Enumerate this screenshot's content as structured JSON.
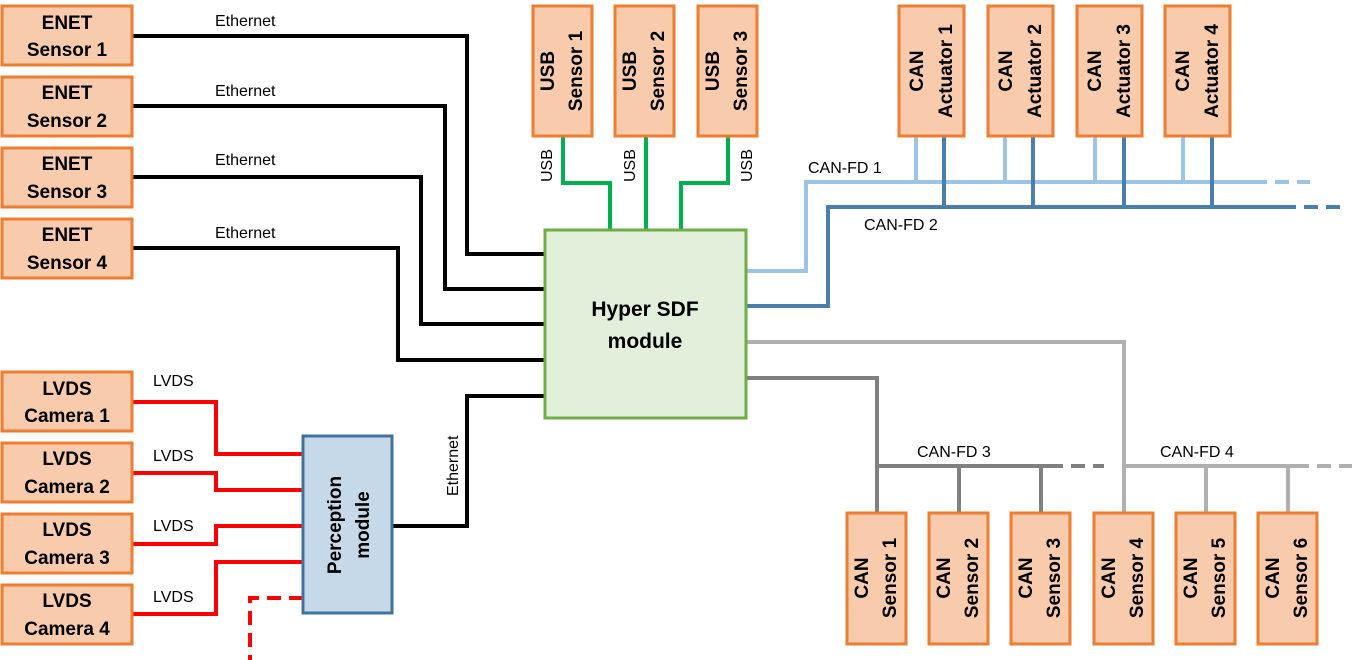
{
  "colors": {
    "node_fill": "#f8cbad",
    "node_border": "#ed7d31",
    "hub_fill": "#e2efda",
    "hub_border": "#70ad47",
    "perception_fill": "#c5d9e8",
    "perception_border": "#41719c",
    "ethernet": "#000000",
    "lvds": "#ff0000",
    "usb": "#00b050",
    "can_fd_1": "#9dc3e6",
    "can_fd_2": "#4a7fab",
    "can_fd_3": "#808080",
    "can_fd_4": "#b0b0b0"
  },
  "hub": {
    "line1": "Hyper SDF",
    "line2": "module"
  },
  "perception": {
    "line1": "Perception",
    "line2": "module"
  },
  "enet_sensors": [
    {
      "line1": "ENET",
      "line2": "Sensor 1"
    },
    {
      "line1": "ENET",
      "line2": "Sensor 2"
    },
    {
      "line1": "ENET",
      "line2": "Sensor 3"
    },
    {
      "line1": "ENET",
      "line2": "Sensor 4"
    }
  ],
  "lvds_cameras": [
    {
      "line1": "LVDS",
      "line2": "Camera 1"
    },
    {
      "line1": "LVDS",
      "line2": "Camera 2"
    },
    {
      "line1": "LVDS",
      "line2": "Camera 3"
    },
    {
      "line1": "LVDS",
      "line2": "Camera 4"
    }
  ],
  "usb_sensors": [
    {
      "line1": "USB",
      "line2": "Sensor 1"
    },
    {
      "line1": "USB",
      "line2": "Sensor 2"
    },
    {
      "line1": "USB",
      "line2": "Sensor 3"
    }
  ],
  "can_actuators": [
    {
      "line1": "CAN",
      "line2": "Actuator 1"
    },
    {
      "line1": "CAN",
      "line2": "Actuator 2"
    },
    {
      "line1": "CAN",
      "line2": "Actuator 3"
    },
    {
      "line1": "CAN",
      "line2": "Actuator 4"
    }
  ],
  "can_sensors": [
    {
      "line1": "CAN",
      "line2": "Sensor 1"
    },
    {
      "line1": "CAN",
      "line2": "Sensor 2"
    },
    {
      "line1": "CAN",
      "line2": "Sensor 3"
    },
    {
      "line1": "CAN",
      "line2": "Sensor 4"
    },
    {
      "line1": "CAN",
      "line2": "Sensor 5"
    },
    {
      "line1": "CAN",
      "line2": "Sensor 6"
    }
  ],
  "link_labels": {
    "ethernet": [
      "Ethernet",
      "Ethernet",
      "Ethernet",
      "Ethernet"
    ],
    "ethernet_perception": "Ethernet",
    "lvds": [
      "LVDS",
      "LVDS",
      "LVDS",
      "LVDS"
    ],
    "usb": [
      "USB",
      "USB",
      "USB"
    ],
    "can_fd_1": "CAN-FD 1",
    "can_fd_2": "CAN-FD 2",
    "can_fd_3": "CAN-FD 3",
    "can_fd_4": "CAN-FD 4"
  }
}
